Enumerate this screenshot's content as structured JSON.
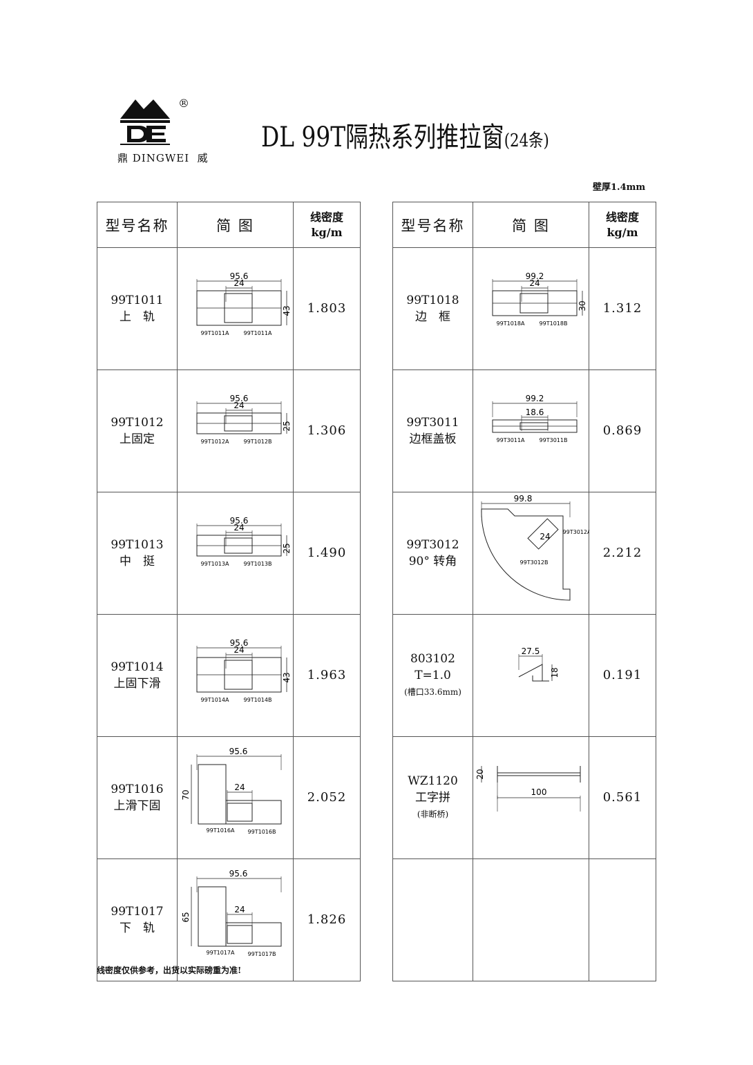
{
  "header": {
    "brand": "鼎 DINGWEI  威",
    "logo_letters": "DE",
    "registered": "®",
    "title": "DL 99T隔热系列推拉窗",
    "title_suffix": "(24条)",
    "wall_thickness": "壁厚1.4mm"
  },
  "columns": {
    "model": "型号名称",
    "drawing": "简 图",
    "density": "线密度",
    "density_unit": "kg/m"
  },
  "left_table": [
    {
      "code": "99T1011",
      "name": "上　轨",
      "note": "",
      "density": "1.803",
      "dims": {
        "w": "95.6",
        "inner": "24",
        "h": "43"
      },
      "parts": [
        "99T1011A",
        "99T1011A"
      ],
      "shape": "std"
    },
    {
      "code": "99T1012",
      "name": "上固定",
      "note": "",
      "density": "1.306",
      "dims": {
        "w": "95.6",
        "inner": "24",
        "h": "25"
      },
      "parts": [
        "99T1012A",
        "99T1012B"
      ],
      "shape": "std"
    },
    {
      "code": "99T1013",
      "name": "中　挺",
      "note": "",
      "density": "1.490",
      "dims": {
        "w": "95.6",
        "inner": "24",
        "h": "25"
      },
      "parts": [
        "99T1013A",
        "99T1013B"
      ],
      "shape": "std"
    },
    {
      "code": "99T1014",
      "name": "上固下滑",
      "note": "",
      "density": "1.963",
      "dims": {
        "w": "95.6",
        "inner": "24",
        "h": "43"
      },
      "parts": [
        "99T1014A",
        "99T1014B"
      ],
      "shape": "std"
    },
    {
      "code": "99T1016",
      "name": "上滑下固",
      "note": "",
      "density": "2.052",
      "dims": {
        "w": "95.6",
        "inner": "24",
        "h": "70"
      },
      "parts": [
        "99T1016A",
        "99T1016B"
      ],
      "shape": "tall"
    },
    {
      "code": "99T1017",
      "name": "下　轨",
      "note": "",
      "density": "1.826",
      "dims": {
        "w": "95.6",
        "inner": "24",
        "h": "65"
      },
      "parts": [
        "99T1017A",
        "99T1017B"
      ],
      "shape": "tall"
    }
  ],
  "right_table": [
    {
      "code": "99T1018",
      "name": "边　框",
      "note": "",
      "density": "1.312",
      "dims": {
        "w": "99.2",
        "inner": "24",
        "h": "30"
      },
      "parts": [
        "99T1018A",
        "99T1018B"
      ],
      "shape": "std"
    },
    {
      "code": "99T3011",
      "name": "边框盖板",
      "note": "",
      "density": "0.869",
      "dims": {
        "w": "99.2",
        "inner": "18.6",
        "h": ""
      },
      "parts": [
        "99T3011A",
        "99T3011B"
      ],
      "shape": "flat"
    },
    {
      "code": "99T3012",
      "name": "90° 转角",
      "note": "",
      "density": "2.212",
      "dims": {
        "w": "99.8",
        "inner": "24",
        "h": ""
      },
      "parts": [
        "99T3012A",
        "99T3012B"
      ],
      "shape": "corner"
    },
    {
      "code": "803102",
      "name": "T=1.0",
      "note": "(槽口33.6mm)",
      "density": "0.191",
      "dims": {
        "w": "27.5",
        "inner": "",
        "h": "18"
      },
      "parts": [],
      "shape": "cap"
    },
    {
      "code": "WZ1120",
      "name": "工字拼",
      "note": "(非断桥)",
      "density": "0.561",
      "dims": {
        "w": "100",
        "inner": "",
        "h": "20"
      },
      "parts": [],
      "shape": "ibeam"
    },
    {
      "code": "",
      "name": "",
      "note": "",
      "density": "",
      "dims": {
        "w": "",
        "inner": "",
        "h": ""
      },
      "parts": [],
      "shape": "empty"
    }
  ],
  "footer": "线密度仅供参考，出货以实际磅重为准!"
}
